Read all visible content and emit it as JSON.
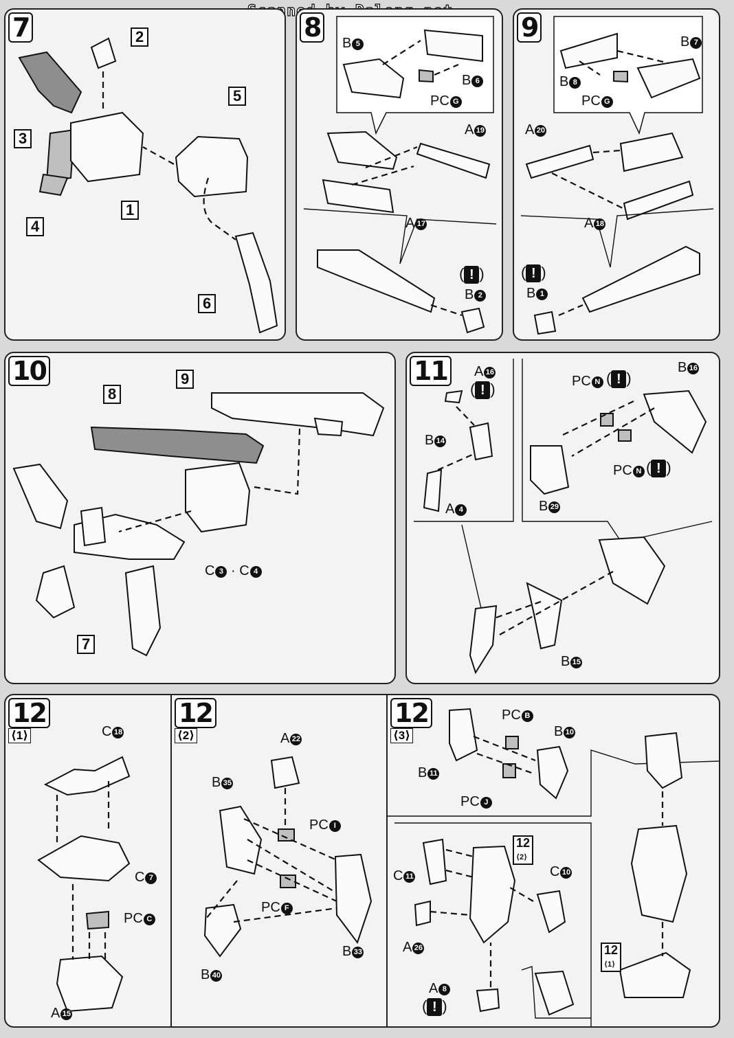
{
  "watermark": "Scanned by Dalong.net",
  "warning_symbol": "!",
  "steps": {
    "s7": {
      "number": "7",
      "refs": [
        "2",
        "3",
        "4",
        "1",
        "5",
        "6"
      ]
    },
    "s8": {
      "number": "8",
      "labels": {
        "b5": {
          "letter": "B",
          "num": "5"
        },
        "b6": {
          "letter": "B",
          "num": "6"
        },
        "pcg": {
          "letter": "PC",
          "num": "G"
        },
        "a19": {
          "letter": "A",
          "num": "19"
        },
        "a17": {
          "letter": "A",
          "num": "17"
        },
        "b2": {
          "letter": "B",
          "num": "2"
        }
      }
    },
    "s9": {
      "number": "9",
      "labels": {
        "b7": {
          "letter": "B",
          "num": "7"
        },
        "b8": {
          "letter": "B",
          "num": "8"
        },
        "pcg": {
          "letter": "PC",
          "num": "G"
        },
        "a20": {
          "letter": "A",
          "num": "20"
        },
        "a18": {
          "letter": "A",
          "num": "18"
        },
        "b1": {
          "letter": "B",
          "num": "1"
        }
      }
    },
    "s10": {
      "number": "10",
      "refs": [
        "9",
        "8",
        "7"
      ],
      "label": {
        "c3": "C",
        "c3n": "3",
        "dot": "·",
        "c4": "C",
        "c4n": "4"
      }
    },
    "s11": {
      "number": "11",
      "labels": {
        "a16": {
          "letter": "A",
          "num": "16"
        },
        "b14": {
          "letter": "B",
          "num": "14"
        },
        "a4": {
          "letter": "A",
          "num": "4"
        },
        "pcn1": {
          "letter": "PC",
          "num": "N"
        },
        "b16": {
          "letter": "B",
          "num": "16"
        },
        "pcn2": {
          "letter": "PC",
          "num": "N"
        },
        "b29": {
          "letter": "B",
          "num": "29"
        },
        "b15": {
          "letter": "B",
          "num": "15"
        }
      }
    },
    "s12_1": {
      "number": "12",
      "sub": "⟨1⟩",
      "labels": {
        "c18": {
          "letter": "C",
          "num": "18"
        },
        "c7": {
          "letter": "C",
          "num": "7"
        },
        "pcc": {
          "letter": "PC",
          "num": "C"
        },
        "a15": {
          "letter": "A",
          "num": "15"
        }
      }
    },
    "s12_2": {
      "number": "12",
      "sub": "⟨2⟩",
      "labels": {
        "a22": {
          "letter": "A",
          "num": "22"
        },
        "b35": {
          "letter": "B",
          "num": "35"
        },
        "pci": {
          "letter": "PC",
          "num": "I"
        },
        "pcf": {
          "letter": "PC",
          "num": "F"
        },
        "b40": {
          "letter": "B",
          "num": "40"
        },
        "b33": {
          "letter": "B",
          "num": "33"
        }
      }
    },
    "s12_3": {
      "number": "12",
      "sub": "⟨3⟩",
      "ref_sub2": "12",
      "ref_sub2_tag": "⟨2⟩",
      "ref_sub1": "12",
      "ref_sub1_tag": "⟨1⟩",
      "labels": {
        "pcb": {
          "letter": "PC",
          "num": "B"
        },
        "b10": {
          "letter": "B",
          "num": "10"
        },
        "b11": {
          "letter": "B",
          "num": "11"
        },
        "pcj": {
          "letter": "PC",
          "num": "J"
        },
        "c11": {
          "letter": "C",
          "num": "11"
        },
        "c10": {
          "letter": "C",
          "num": "10"
        },
        "a26": {
          "letter": "A",
          "num": "26"
        },
        "a8": {
          "letter": "A",
          "num": "8"
        }
      }
    }
  }
}
